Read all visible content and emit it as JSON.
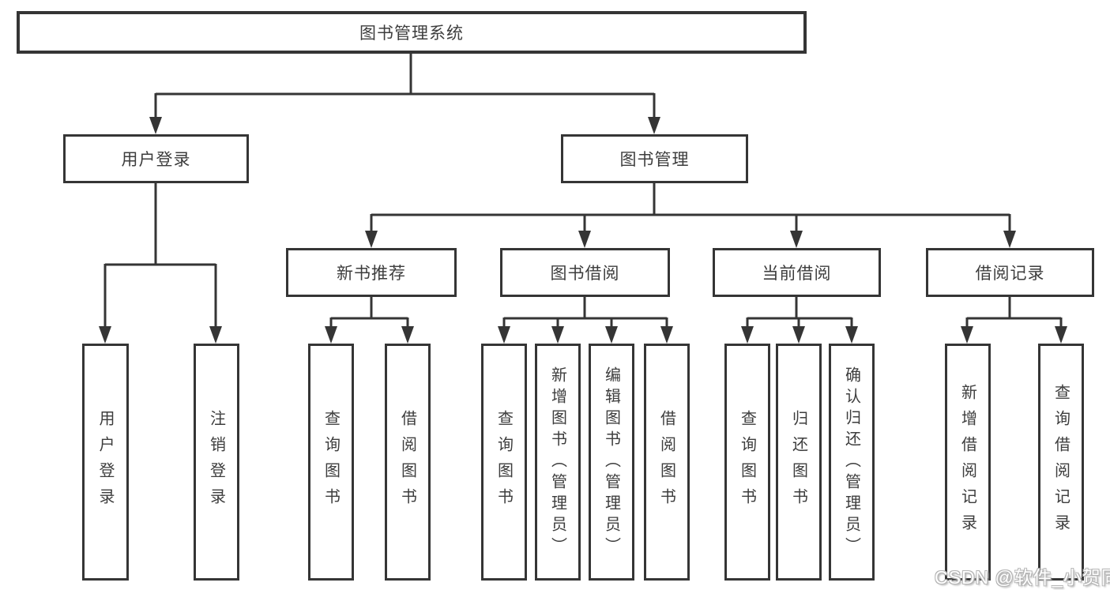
{
  "diagram": {
    "title": "Library management system function tree",
    "root": {
      "label": "图书管理系统"
    },
    "branches": [
      {
        "label": "用户登录",
        "children": [
          {
            "label": "用户登录"
          },
          {
            "label": "注销登录"
          }
        ]
      },
      {
        "label": "图书管理",
        "children": [
          {
            "label": "新书推荐",
            "children": [
              {
                "label": "查询图书"
              },
              {
                "label": "借阅图书"
              }
            ]
          },
          {
            "label": "图书借阅",
            "children": [
              {
                "label": "查询图书"
              },
              {
                "label": "新增图书（管理员）"
              },
              {
                "label": "编辑图书（管理员）"
              },
              {
                "label": "借阅图书"
              }
            ]
          },
          {
            "label": "当前借阅",
            "children": [
              {
                "label": "查询图书"
              },
              {
                "label": "归还图书"
              },
              {
                "label": "确认归还（管理员）"
              }
            ]
          },
          {
            "label": "借阅记录",
            "children": [
              {
                "label": "新增借阅记录"
              },
              {
                "label": "查询借阅记录"
              }
            ]
          }
        ]
      }
    ]
  },
  "watermark": {
    "text": "CSDN @软件_小贺同学"
  },
  "colors": {
    "line": "#353535",
    "text": "#3d3d3d",
    "background": "#ffffff",
    "watermark_fill": "#ffffff",
    "watermark_outline": "#b5b5b5"
  }
}
